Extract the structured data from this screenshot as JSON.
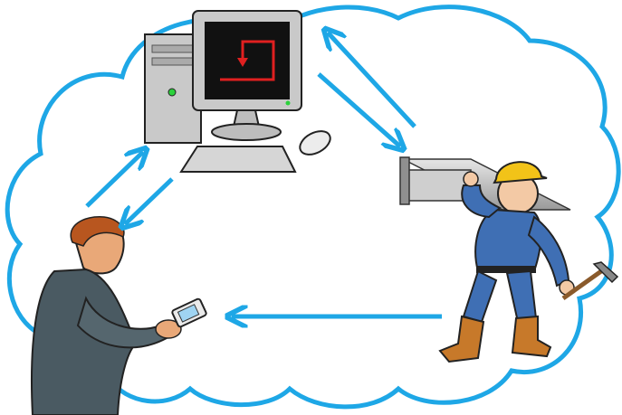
{
  "nodes": [
    {
      "id": "computer",
      "icon": "desktop-computer-icon"
    },
    {
      "id": "worker",
      "icon": "construction-worker-icon"
    },
    {
      "id": "businessman",
      "icon": "businessman-with-phone-icon"
    }
  ],
  "edges": [
    {
      "from": "computer",
      "to": "worker",
      "direction": "bidirectional"
    },
    {
      "from": "businessman",
      "to": "computer",
      "direction": "bidirectional"
    },
    {
      "from": "worker",
      "to": "businessman",
      "direction": "one-way"
    }
  ],
  "colors": {
    "cloud_outline": "#1ea7e6",
    "arrow": "#1ea7e6",
    "screen": "#111111",
    "screen_symbol": "#e02020",
    "monitor_case": "#c8c8c8",
    "worker_uniform": "#3f6fb4",
    "worker_helmet": "#f2c318",
    "suit": "#4a5a62"
  }
}
